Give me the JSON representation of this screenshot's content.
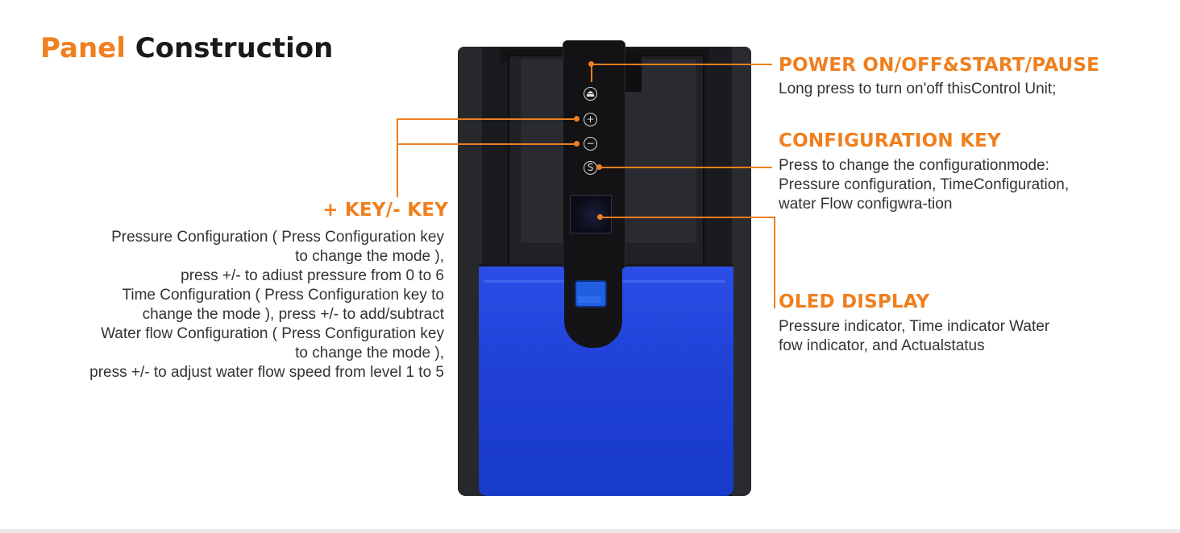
{
  "title": {
    "accent": "Panel",
    "rest": " Construction"
  },
  "power": {
    "heading": "POWER ON/OFF&START/PAUSE",
    "lines": [
      "Long press to turn on'off thisControl Unit;"
    ]
  },
  "config_key": {
    "heading": "CONFIGURATION KEY",
    "lines": [
      "Press to change the configurationmode:",
      "Pressure configuration, TimeConfiguration,",
      "water Flow configwra-tion"
    ]
  },
  "oled": {
    "heading": "OLED DISPLAY",
    "lines": [
      "Pressure indicator, Time indicator Water",
      "fow indicator, and Actualstatus"
    ]
  },
  "plus_minus": {
    "heading": "+ KEY/- KEY",
    "lines": [
      "Pressure Configuration ( Press Configuration key",
      "to change the mode ),",
      "press +/- to adiust pressure from 0 to 6",
      "Time Configuration ( Press Configuration key to",
      "change the mode ), press +/- to add/subtract",
      "Water flow Configuration ( Press Configuration key",
      "to change the mode ),",
      "press +/- to adjust water flow speed from level 1 to 5"
    ]
  },
  "device_icons": {
    "power": "⏏",
    "plus": "+",
    "minus": "−",
    "config": "S"
  },
  "colors": {
    "accent": "#f07f1e",
    "tank": "#1f3fd6",
    "body": "#1a1b1e"
  }
}
